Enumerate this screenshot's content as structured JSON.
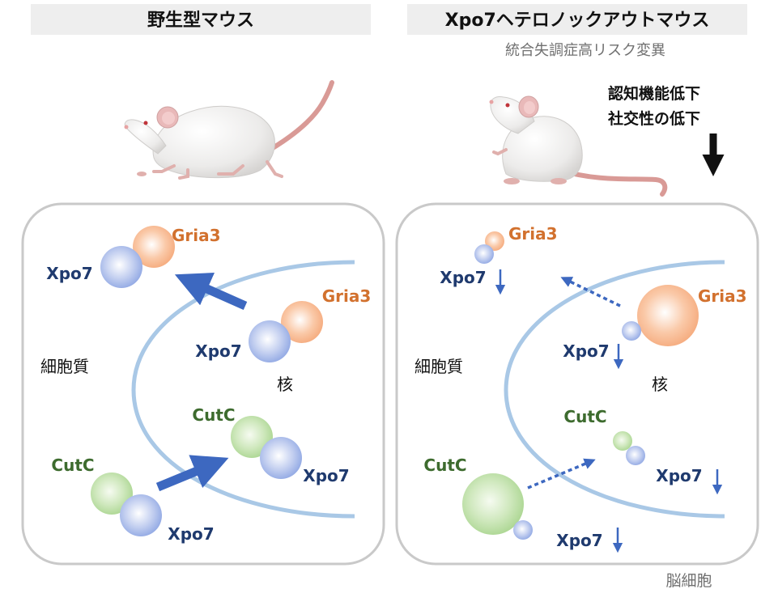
{
  "left_panel": {
    "header": "野生型マウス",
    "cytoplasm_label": "細胞質",
    "nucleus_label": "核",
    "labels": {
      "gria3_top": "Gria3",
      "xpo7_top": "Xpo7",
      "gria3_nuc": "Gria3",
      "xpo7_nuc": "Xpo7",
      "cutc_nuc": "CutC",
      "xpo7_nuc2": "Xpo7",
      "cutc_cyto": "CutC",
      "xpo7_cyto": "Xpo7"
    }
  },
  "right_panel": {
    "header": "Xpo7ヘテロノックアウトマウス",
    "subheader": "統合失調症高リスク変異",
    "phenotype_line1": "認知機能低下",
    "phenotype_line2": "社交性の低下",
    "cytoplasm_label": "細胞質",
    "nucleus_label": "核",
    "labels": {
      "gria3_top": "Gria3",
      "xpo7_top": "Xpo7",
      "gria3_nuc": "Gria3",
      "xpo7_nuc": "Xpo7",
      "cutc_nuc": "CutC",
      "xpo7_nuc2": "Xpo7",
      "cutc_cyto": "CutC",
      "xpo7_cyto": "Xpo7"
    }
  },
  "footer_label": "脳細胞",
  "colors": {
    "xpo7": "#1f3a6e",
    "gria3": "#d2712e",
    "cutc": "#3d6b2e",
    "arrow": "#3d68c0",
    "membrane": "#a9c8e6",
    "cell_border": "#c9c9c9",
    "header_bg": "#eeeeee"
  }
}
